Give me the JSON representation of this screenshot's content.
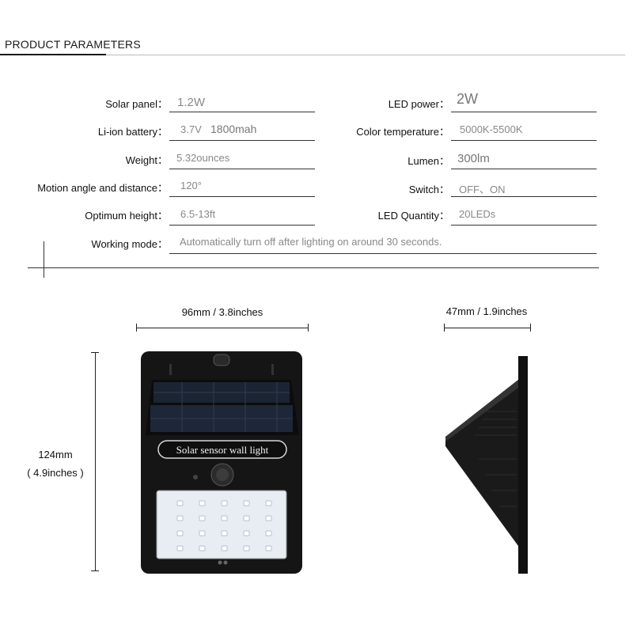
{
  "header": {
    "title": "PRODUCT PARAMETERS"
  },
  "params": {
    "solar_panel": {
      "label": "Solar panel：",
      "value": "1.2W"
    },
    "led_power": {
      "label": "LED power：",
      "value": "2W"
    },
    "battery": {
      "label": "Li-ion battery：",
      "value_a": "3.7V",
      "value_b": "1800mah"
    },
    "color_temp": {
      "label": "Color temperature：",
      "value": "5000K-5500K"
    },
    "weight": {
      "label": "Weight：",
      "value": "5.32ounces"
    },
    "lumen": {
      "label": "Lumen：",
      "value": "300lm"
    },
    "motion": {
      "label": "Motion angle and distance：",
      "value": "120°"
    },
    "switch": {
      "label": "Switch：",
      "value": "OFF、ON"
    },
    "height": {
      "label": "Optimum height：",
      "value": "6.5-13ft"
    },
    "led_qty": {
      "label": "LED Quantity：",
      "value": "20LEDs"
    },
    "mode": {
      "label": "Working mode：",
      "value": "Automatically turn off after lighting on around 30 seconds."
    }
  },
  "dimensions": {
    "width": "96mm / 3.8inches",
    "depth": "47mm / 1.9inches",
    "height_mm": "124mm",
    "height_in": "( 4.9inches )"
  },
  "product": {
    "badge_text": "Solar sensor wall light"
  },
  "colors": {
    "device_body": "#151515",
    "panel": "#1b2433",
    "led_panel": "#e8ecf3"
  }
}
